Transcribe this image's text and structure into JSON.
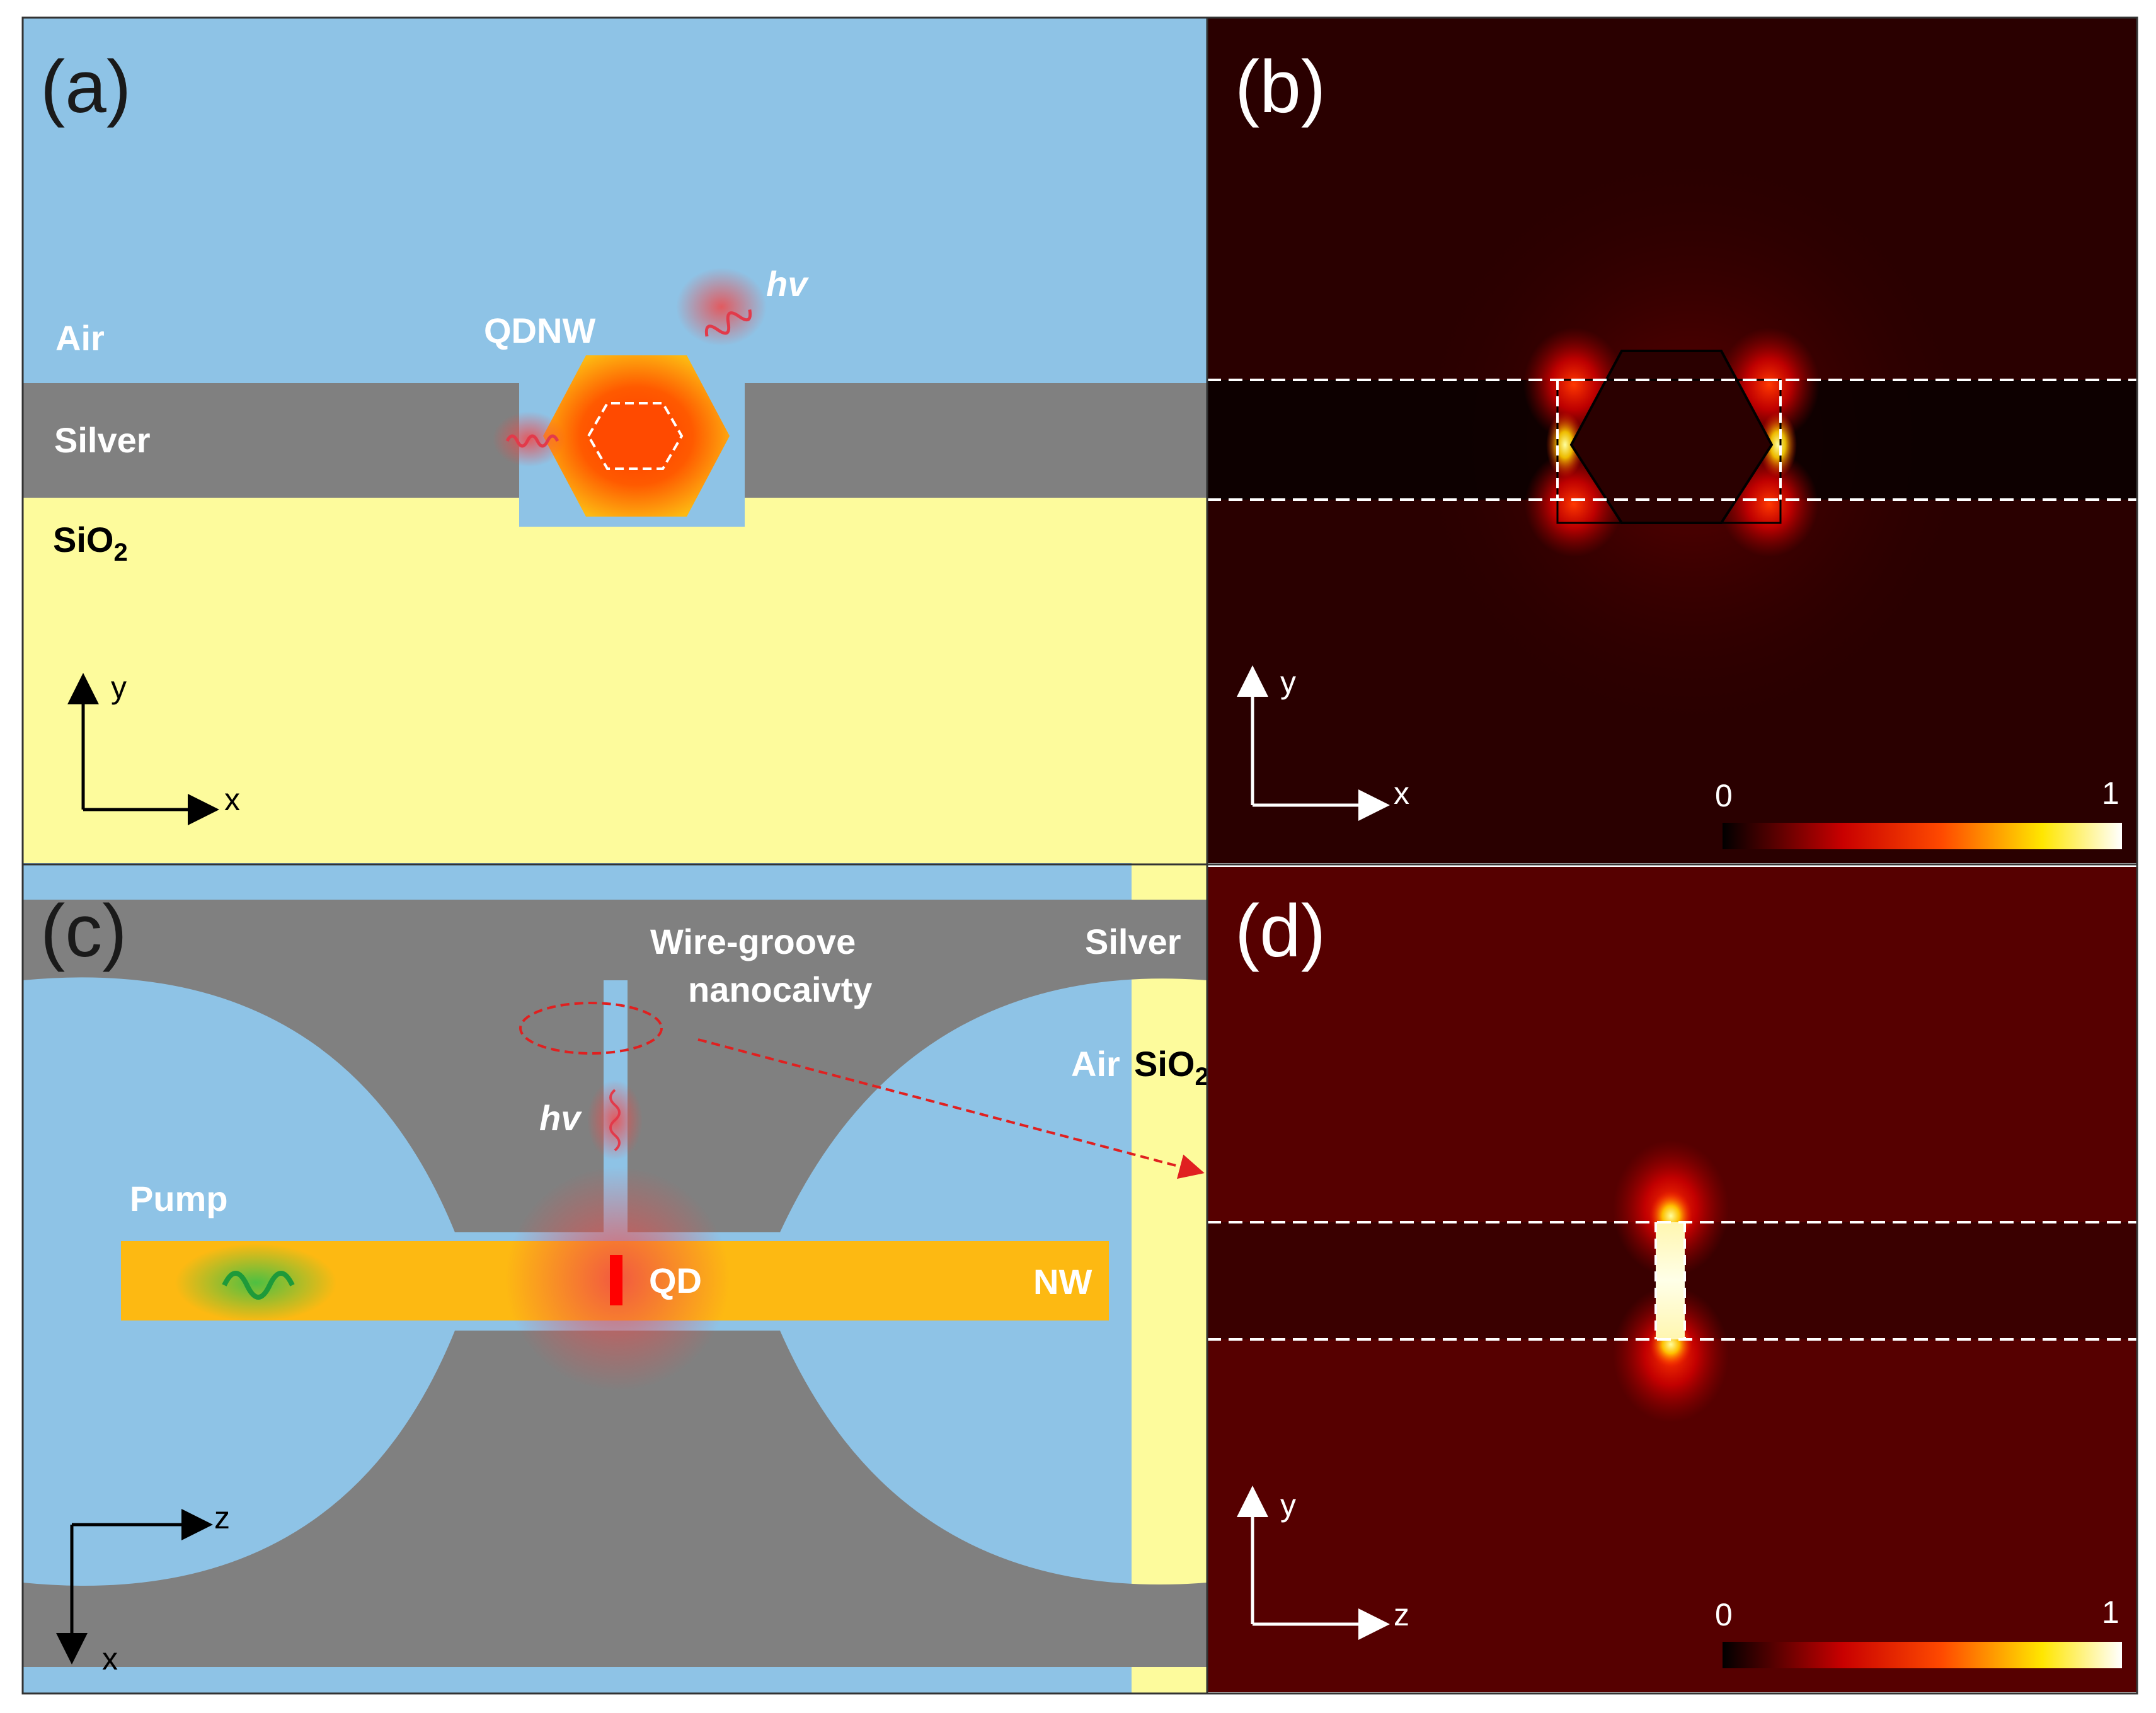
{
  "colors": {
    "air": "#8ec3e6",
    "silver": "#808080",
    "sio2": "#fdfb9c",
    "nanowire": "#fdb912",
    "field_background": "#2a0000",
    "field_background_d": "#560000",
    "emission": "#f25050",
    "pump_wave": "#1e9a3a"
  },
  "panel_a": {
    "label": "(a)",
    "air_label": "Air",
    "silver_label": "Silver",
    "sio2_label_main": "SiO",
    "sio2_label_sub": "2",
    "qdnw_label": "QDNW",
    "hv_label": "hv",
    "axis_y": "y",
    "axis_x": "x"
  },
  "panel_b": {
    "label": "(b)",
    "axis_y": "y",
    "axis_x": "x",
    "colorbar_min": "0",
    "colorbar_max": "1"
  },
  "panel_c": {
    "label": "(c)",
    "wire_groove_line1": "Wire-groove",
    "wire_groove_line2": "nanocaivty",
    "silver_label": "Silver",
    "air_label": "Air",
    "sio2_label_main": "SiO",
    "sio2_label_sub": "2",
    "hv_label": "hv",
    "pump_label": "Pump",
    "qd_label": "QD",
    "nw_label": "NW",
    "axis_z": "z",
    "axis_x": "x"
  },
  "panel_d": {
    "label": "(d)",
    "axis_y": "y",
    "axis_z": "z",
    "colorbar_min": "0",
    "colorbar_max": "1"
  }
}
